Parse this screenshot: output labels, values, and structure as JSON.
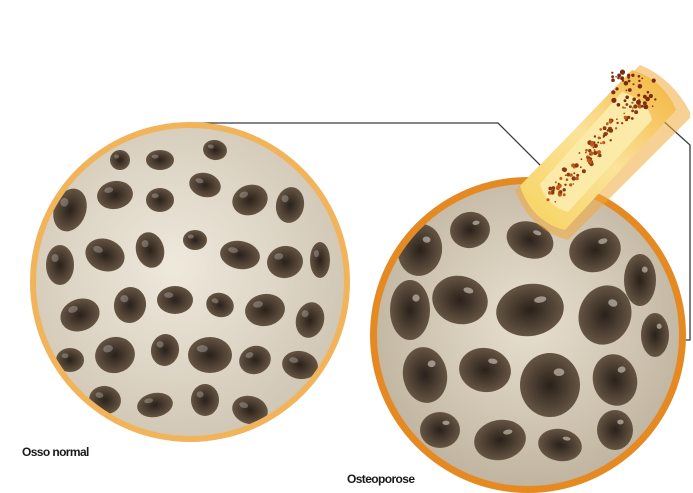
{
  "labels": {
    "normal": "Osso normal",
    "osteoporosis": "Osteoporose"
  },
  "colors": {
    "background": "#ffffff",
    "normal_ring": "#f2b45a",
    "osteoporosis_ring": "#e58a22",
    "bone_matrix": "#e9e1d3",
    "bone_pore": "#3e342a",
    "bone_shaft_outer": "#f6c94a",
    "bone_shaft_inner": "#fbe9a8",
    "marrow_spots": "#8a3a12",
    "connector_line": "#333333"
  },
  "icons": {
    "normal": "trabecular-bone-normal-illustration",
    "osteoporosis": "trabecular-bone-osteoporosis-illustration",
    "bone": "long-bone-cross-section-illustration"
  }
}
